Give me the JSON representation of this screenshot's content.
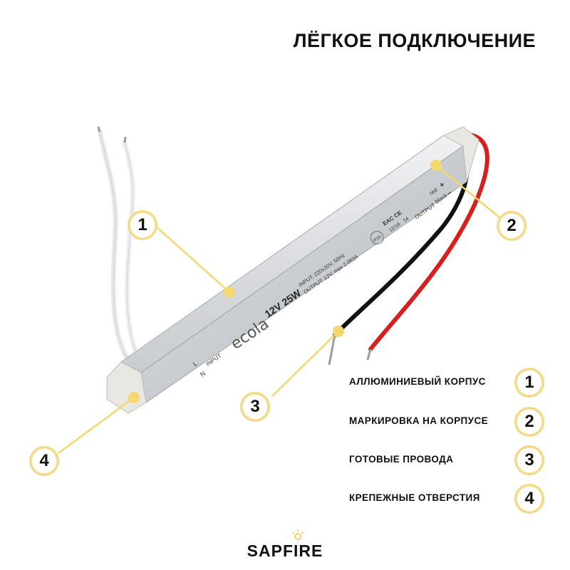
{
  "header": {
    "title": "ЛЁГКОЕ ПОДКЛЮЧЕНИЕ"
  },
  "product": {
    "brand_logo": "ecola",
    "rating": "12V 25W",
    "input_spec": "INPUT: 220±20V, 50Hz",
    "output_spec": "OUTPUT: 12V, max 2.083A",
    "input_label": "INPUT",
    "terminal_l": "L",
    "terminal_n": "N",
    "output_label": "OUTPUT",
    "wire_red": "red",
    "wire_black": "black",
    "plus": "+",
    "minus": "–",
    "ip_rating": "IP20",
    "date_code": "12/18",
    "batch": "14",
    "cert_marks": "EAC CE"
  },
  "callouts": [
    {
      "number": "1"
    },
    {
      "number": "2"
    },
    {
      "number": "3"
    },
    {
      "number": "4"
    }
  ],
  "legend": [
    {
      "label": "АЛЛЮМИНИЕВЫЙ КОРПУС",
      "number": "1"
    },
    {
      "label": "МАРКИРОВКА НА КОРПУСЕ",
      "number": "2"
    },
    {
      "label": "ГОТОВЫЕ ПРОВОДА",
      "number": "3"
    },
    {
      "label": "КРЕПЕЖНЫЕ ОТВЕРСТИЯ",
      "number": "4"
    }
  ],
  "footer": {
    "brand": "SAPFIRE"
  },
  "colors": {
    "accent": "#f5d76e",
    "badge_border": "#f1d986",
    "wire_red": "#d81f1f",
    "wire_black": "#111111",
    "housing": "#c9ccd0"
  }
}
